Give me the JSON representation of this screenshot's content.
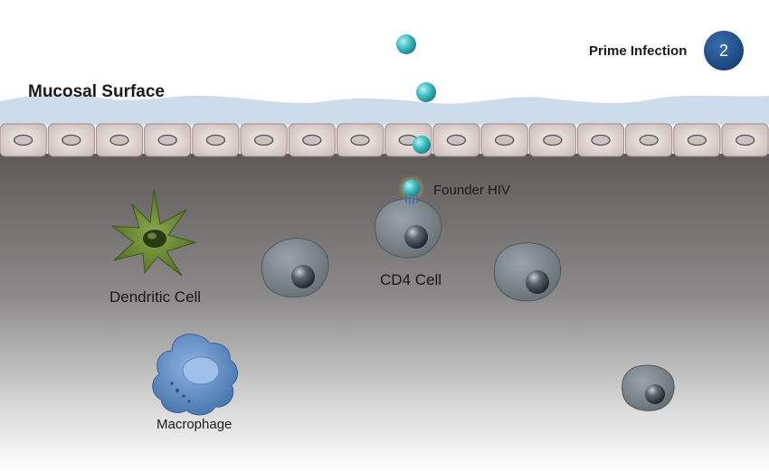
{
  "title": "Prime Infection",
  "step": "2",
  "labels": {
    "mucosal_surface": "Mucosal Surface",
    "founder_hiv": "Founder HIV",
    "cd4_cell": "CD4 Cell",
    "dendritic_cell": "Dendritic Cell",
    "macrophage": "Macrophage"
  },
  "colors": {
    "step_badge": "#1f4f8f",
    "virus": "#3fb8bd",
    "dendritic_cell": "#5a7a2a",
    "macrophage": "#4f7fb8",
    "cd4_cell": "#7d868c",
    "mucus": "#c9dbe8",
    "epithelium": "#e4d8d6"
  }
}
